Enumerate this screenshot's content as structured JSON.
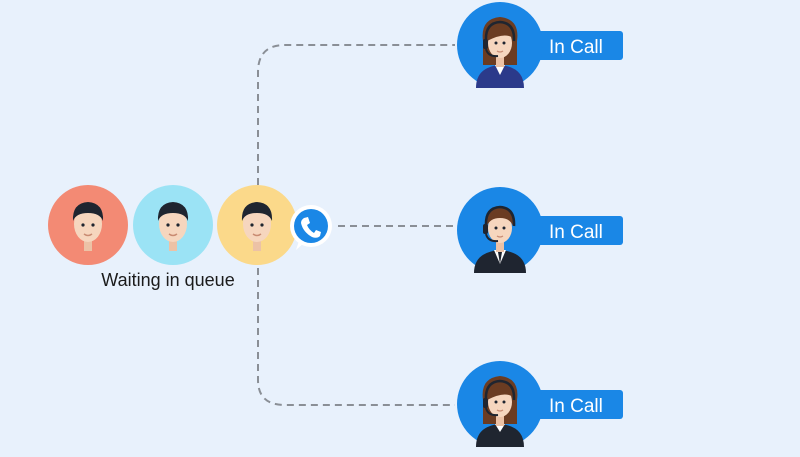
{
  "queue": {
    "label": "Waiting in queue",
    "callers": [
      {
        "name": "caller-1",
        "bg": "#f38a74"
      },
      {
        "name": "caller-2",
        "bg": "#9be3f5"
      },
      {
        "name": "caller-3",
        "bg": "#fbd98a"
      }
    ],
    "phone_icon": "phone-icon"
  },
  "agents": [
    {
      "status": "In Call",
      "type": "female"
    },
    {
      "status": "In Call",
      "type": "male"
    },
    {
      "status": "In Call",
      "type": "female"
    }
  ],
  "colors": {
    "accent": "#1a87e6",
    "background": "#e8f1fc",
    "connector": "#8a8f96",
    "skin": "#f6d6be",
    "hair": "#1f2530"
  }
}
